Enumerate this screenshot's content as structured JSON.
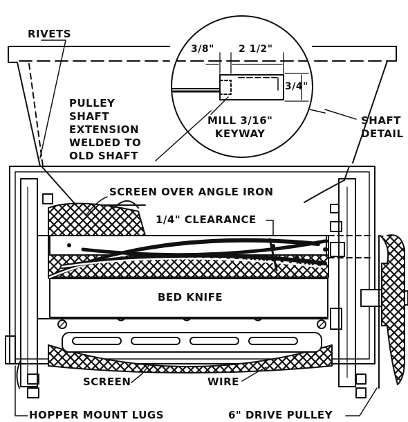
{
  "labels": {
    "rivets": "RIVETS",
    "pulley_shaft": [
      "PULLEY",
      "SHAFT",
      "EXTENSION",
      "WELDED TO",
      "OLD SHAFT"
    ],
    "shaft_detail": [
      "SHAFT",
      "DETAIL"
    ],
    "mill_keyway": [
      "MILL 3/16\"",
      "KEYWAY"
    ],
    "screen_angle": "SCREEN OVER ANGLE IRON",
    "clearance": "1/4\" CLEARANCE",
    "bed_knife": "BED KNIFE",
    "screen": "SCREEN",
    "wire": "WIRE",
    "hopper_lugs": "HOPPER MOUNT LUGS",
    "drive_pulley": "6\" DRIVE PULLEY"
  },
  "dimensions": {
    "d1": "3/8\"",
    "d2": "2 1/2\"",
    "d3": "3/4\""
  },
  "colors": {
    "ink": "#111111",
    "paper": "#ffffff"
  }
}
